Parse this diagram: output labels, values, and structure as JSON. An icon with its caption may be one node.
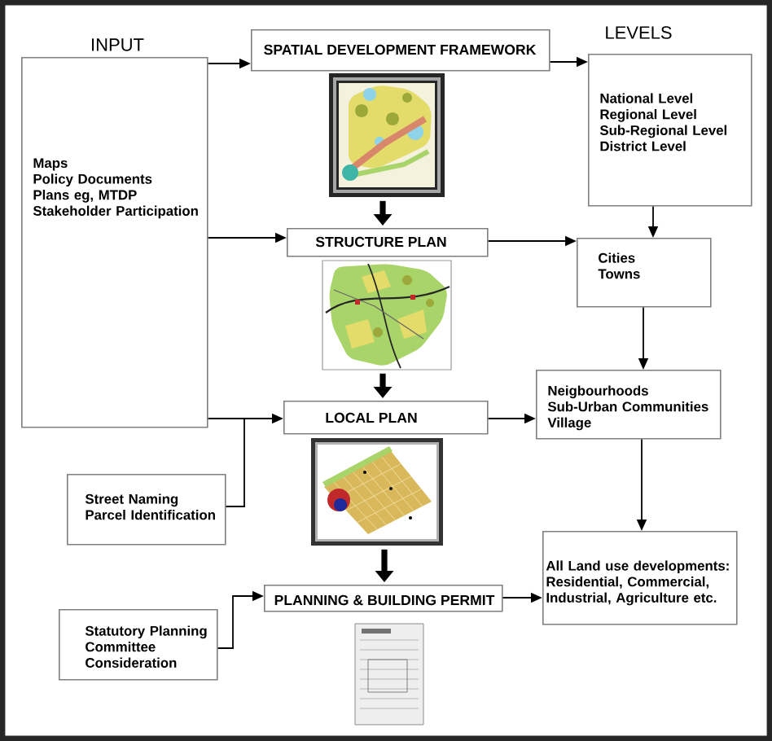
{
  "diagram": {
    "nodes": [
      {
        "text": [
          "INPUT",
          "Maps",
          "Policy Documents",
          "Plans eg, MTDP",
          "Stakeholder Participation"
        ]
      },
      {
        "text": [
          "SPATIAL DEVELOPMENT FRAMEWORK"
        ]
      },
      {
        "text": [],
        "shape": "picture"
      },
      {
        "text": [
          "LEVELS",
          "National Level",
          "Regional Level",
          "Sub-Regional Level",
          "District Level"
        ]
      },
      {
        "text": [
          "STRUCTURE PLAN"
        ]
      },
      {
        "text": [],
        "shape": "picture"
      },
      {
        "text": [
          "Cities",
          "Towns"
        ]
      },
      {
        "text": [
          "LOCAL PLAN"
        ]
      },
      {
        "text": [],
        "shape": "picture"
      },
      {
        "text": [
          "Neigbourhoods",
          "Sub-Urban Communities",
          "Village"
        ]
      },
      {
        "text": [
          "Street Naming",
          "Parcel Identification"
        ]
      },
      {
        "text": [
          "PLANNING & BUILDING PERMIT"
        ]
      },
      {
        "text": [],
        "shape": "picture"
      },
      {
        "text": [
          "Statutory Planning Committee Consideration"
        ]
      },
      {
        "text": [
          "All Land use developments: Residential, Commercial, Industrial, Agriculture etc."
        ]
      }
    ],
    "edges": [
      {
        "from": 0,
        "to": 1,
        "arrow": "to"
      },
      {
        "from": 0,
        "to": 4,
        "arrow": "to"
      },
      {
        "from": 0,
        "to": 7,
        "arrow": "to"
      },
      {
        "from": 10,
        "to": 7,
        "arrow": "to"
      },
      {
        "from": 13,
        "to": 11,
        "arrow": "to"
      },
      {
        "from": 2,
        "to": 4,
        "arrow": "to",
        "style": "thick"
      },
      {
        "from": 5,
        "to": 7,
        "arrow": "to",
        "style": "thick"
      },
      {
        "from": 8,
        "to": 11,
        "arrow": "to",
        "style": "thick"
      },
      {
        "from": 1,
        "to": 3,
        "arrow": "to"
      },
      {
        "from": 3,
        "to": 6,
        "arrow": "to"
      },
      {
        "from": 4,
        "to": 6,
        "arrow": "to"
      },
      {
        "from": 6,
        "to": 9,
        "arrow": "to"
      },
      {
        "from": 7,
        "to": 9,
        "arrow": "to"
      },
      {
        "from": 9,
        "to": 14,
        "arrow": "to"
      },
      {
        "from": 11,
        "to": 14,
        "arrow": "to"
      }
    ]
  }
}
